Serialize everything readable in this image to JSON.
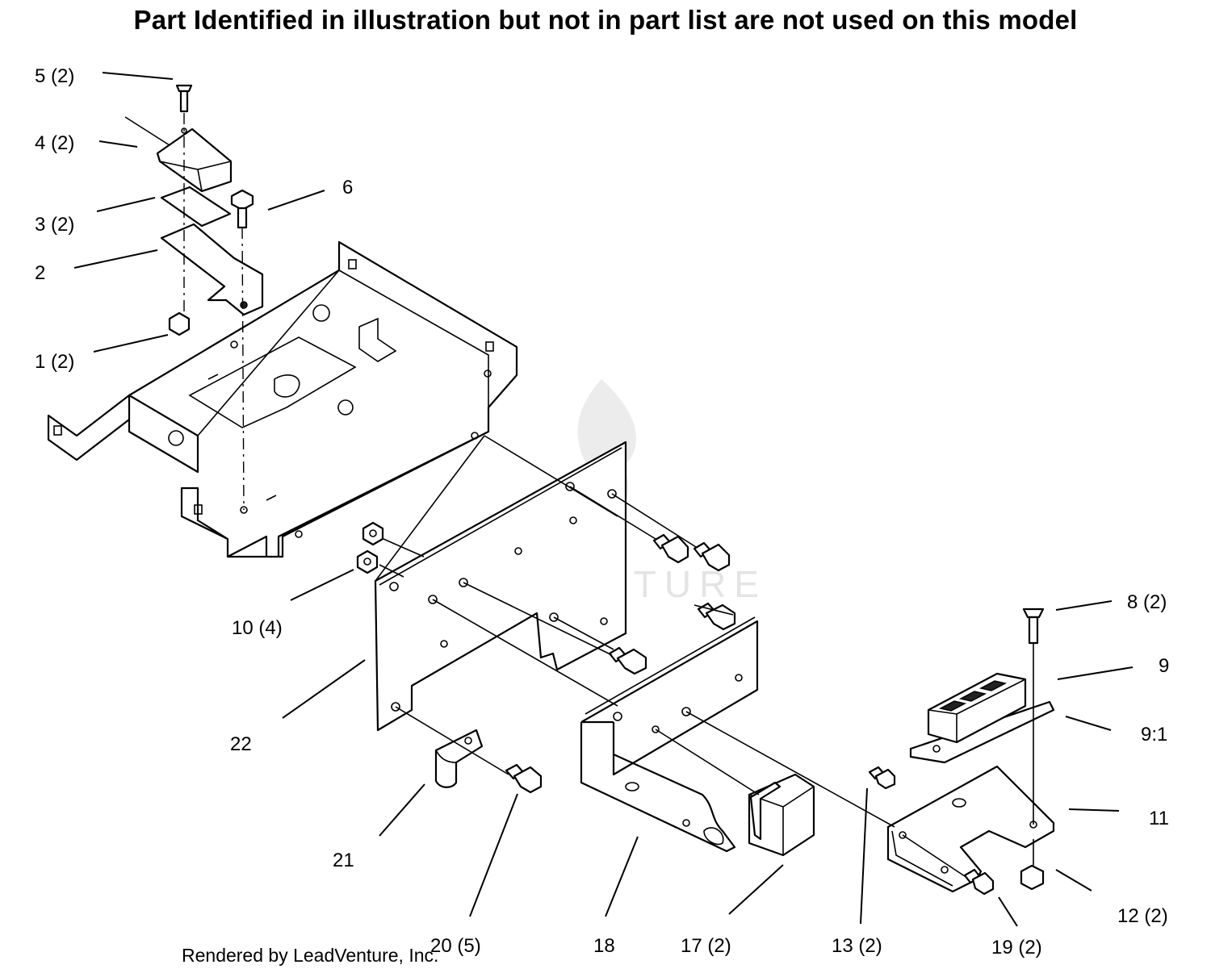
{
  "header": {
    "title": "Part Identified in illustration but not in part list are not used on this model"
  },
  "watermark": {
    "text": "LEADVENTURE"
  },
  "footer": {
    "credit": "Rendered by LeadVenture, Inc."
  },
  "callouts": {
    "c1": "1 (2)",
    "c2": "2",
    "c3": "3 (2)",
    "c4": "4 (2)",
    "c5": "5 (2)",
    "c6": "6",
    "c8": "8 (2)",
    "c9": "9",
    "c9_1": "9:1",
    "c10": "10 (4)",
    "c11": "11",
    "c12": "12 (2)",
    "c13": "13 (2)",
    "c17": "17 (2)",
    "c18": "18",
    "c19": "19 (2)",
    "c20": "20 (5)",
    "c21": "21",
    "c22": "22"
  },
  "colors": {
    "ink": "#000000",
    "background": "#ffffff",
    "watermark": "#e4e4e4"
  }
}
